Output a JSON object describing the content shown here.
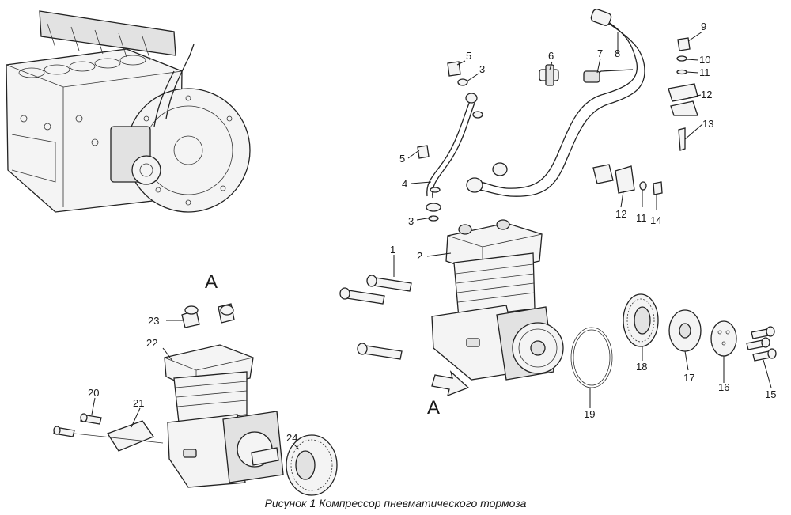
{
  "caption": "Рисунок 1   Компрессор пневматического тормоза",
  "view_labels": {
    "view_a_title": "А",
    "view_a_arrow": "А"
  },
  "callouts": [
    "1",
    "2",
    "3",
    "3",
    "4",
    "5",
    "5",
    "6",
    "7",
    "8",
    "9",
    "10",
    "11",
    "11",
    "12",
    "12",
    "13",
    "14",
    "15",
    "16",
    "17",
    "18",
    "19",
    "20",
    "21",
    "22",
    "23",
    "24"
  ],
  "colors": {
    "line": "#1a1a1a",
    "fill": "#f4f4f4",
    "shade": "#e2e2e2",
    "background": "#ffffff"
  }
}
